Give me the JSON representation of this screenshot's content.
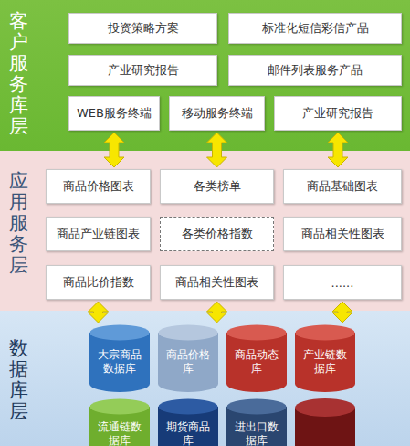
{
  "diagram": {
    "nodes": [
      {
        "text": [
          "客户服务库层"
        ]
      },
      {
        "text": [
          "投资策略方案"
        ],
        "in": 0
      },
      {
        "text": [
          "标准化短信彩信产品"
        ],
        "in": 0
      },
      {
        "text": [
          "产业研究报告"
        ],
        "in": 0
      },
      {
        "text": [
          "邮件列表服务产品"
        ],
        "in": 0
      },
      {
        "text": [
          "WEB服务终端"
        ],
        "in": 0
      },
      {
        "text": [
          "移动服务终端"
        ],
        "in": 0
      },
      {
        "text": [
          "产业研究报告"
        ],
        "in": 0
      },
      {
        "text": [
          "应用服务层"
        ]
      },
      {
        "text": [
          "商品价格图表"
        ],
        "in": 8
      },
      {
        "text": [
          "各类榜单"
        ],
        "in": 8
      },
      {
        "text": [
          "商品基础图表"
        ],
        "in": 8
      },
      {
        "text": [
          "商品产业链图表"
        ],
        "in": 8
      },
      {
        "text": [
          "各类价格指数"
        ],
        "in": 8
      },
      {
        "text": [
          "商品相关性图表"
        ],
        "in": 8
      },
      {
        "text": [
          "商品比价指数"
        ],
        "in": 8
      },
      {
        "text": [
          "商品相关性图表"
        ],
        "in": 8
      },
      {
        "text": [
          "......"
        ],
        "in": 8
      },
      {
        "text": [
          "数据库层"
        ]
      },
      {
        "text": [
          "大宗商品数据库"
        ],
        "in": 18
      },
      {
        "text": [
          "商品价格库"
        ],
        "in": 18
      },
      {
        "text": [
          "商品动态库"
        ],
        "in": 18
      },
      {
        "text": [
          "产业链数据库"
        ],
        "in": 18
      },
      {
        "text": [
          "流通链数据库"
        ],
        "in": 18
      },
      {
        "text": [
          "期货商品库"
        ],
        "in": 18
      },
      {
        "text": [
          "进出口数据库"
        ],
        "in": 18
      }
    ],
    "edges": [
      {
        "from": 5,
        "to": 9,
        "arrow": "both"
      },
      {
        "from": 6,
        "to": 10,
        "arrow": "both"
      },
      {
        "from": 7,
        "to": 11,
        "arrow": "both"
      },
      {
        "from": 15,
        "to": 19,
        "arrow": "both"
      },
      {
        "from": 16,
        "to": 20,
        "arrow": "both"
      },
      {
        "from": 17,
        "to": 22,
        "arrow": "both"
      }
    ]
  }
}
